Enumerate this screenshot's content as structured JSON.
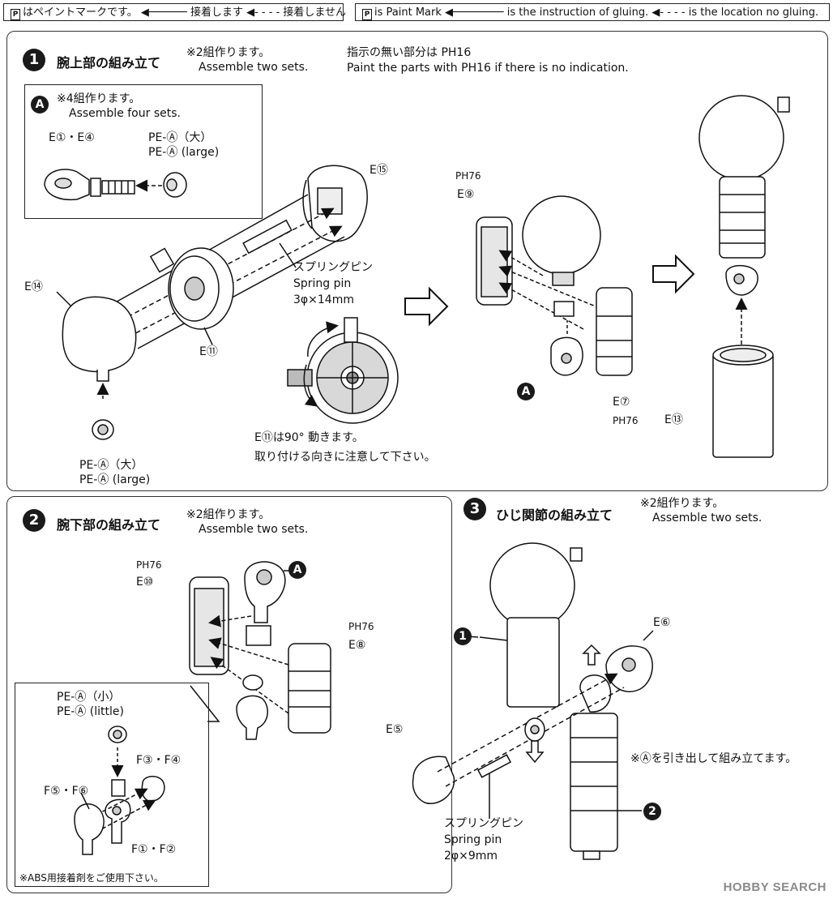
{
  "legend": {
    "jp": {
      "mark": "P",
      "text": "はペイントマークです。",
      "glue": "接着します",
      "noglue": "接着しません"
    },
    "en": {
      "mark": "P",
      "text": "is Paint Mark",
      "glue": "is the instruction of gluing.",
      "noglue": "is the location no gluing."
    }
  },
  "step1": {
    "number": "1",
    "title": "腕上部の組み立て",
    "note_jp": "※2組作ります。",
    "note_en": "Assemble two sets.",
    "paint_jp": "指示の無い部分は PH16",
    "paint_en": "Paint the parts with PH16 if there is no indication.",
    "subA": {
      "badge": "A",
      "note_jp": "※4組作ります。",
      "note_en": "Assemble four sets.",
      "parts": "E①・E④",
      "pe_jp": "PE-Ⓐ（大）",
      "pe_en": "PE-Ⓐ (large)"
    },
    "labels": {
      "e15": "E⑮",
      "e14": "E⑭",
      "e11": "E⑪",
      "spring_jp": "スプリングピン",
      "spring_en": "Spring pin",
      "spring_size": "3φ×14mm",
      "pe_jp": "PE-Ⓐ（大）",
      "pe_en": "PE-Ⓐ (large)",
      "e11_note1": "E⑪は90° 動きます。",
      "e11_note2": "取り付ける向きに注意して下さい。"
    },
    "right": {
      "ph76_a": "PH76",
      "e9": "E⑨",
      "badge": "A",
      "e7": "E⑦",
      "ph76_b": "PH76",
      "e13": "E⑬"
    }
  },
  "step2": {
    "number": "2",
    "title": "腕下部の組み立て",
    "note_jp": "※2組作ります。",
    "note_en": "Assemble two sets.",
    "ph76_a": "PH76",
    "e10": "E⑩",
    "badge": "A",
    "ph76_b": "PH76",
    "e8": "E⑧",
    "inset": {
      "pe_jp": "PE-Ⓐ（小）",
      "pe_en": "PE-Ⓐ (little)",
      "f34": "F③・F④",
      "f56": "F⑤・F⑥",
      "f12": "F①・F②",
      "abs": "※ABS用接着剤をご使用下さい。"
    }
  },
  "step3": {
    "number": "3",
    "title": "ひじ関節の組み立て",
    "note_jp": "※2組作ります。",
    "note_en": "Assemble two sets.",
    "ref1": "1",
    "e6": "E⑥",
    "e5": "E⑤",
    "pull_note": "※Ⓐを引き出して組み立てます。",
    "ref2": "2",
    "spring_jp": "スプリングピン",
    "spring_en": "Spring pin",
    "spring_size": "2φ×9mm"
  },
  "watermark": "HOBBY SEARCH"
}
